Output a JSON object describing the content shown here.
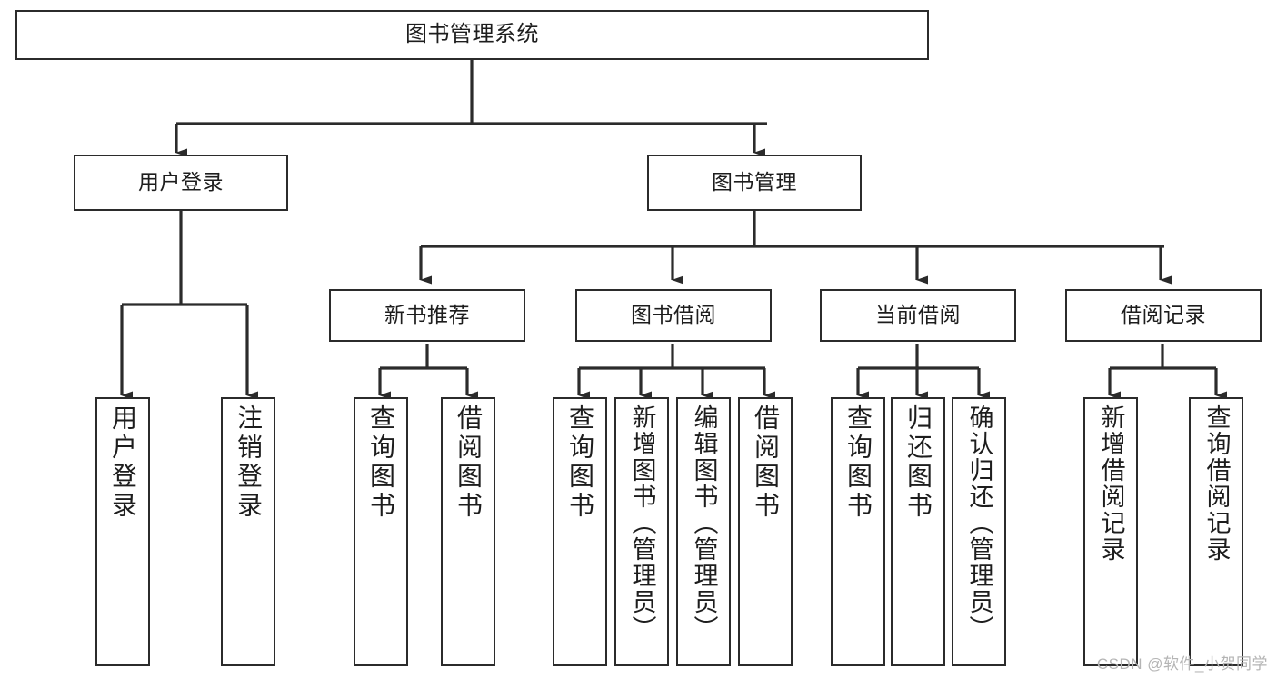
{
  "diagram": {
    "title": "图书管理系统",
    "type": "tree-hierarchy",
    "watermark": "CSDN @软件_小贺同学",
    "colors": {
      "background": "#ffffff",
      "box_border": "#2b2b2b",
      "box_fill": "#ffffff",
      "edge": "#2b2b2b",
      "text": "#1d1d1d",
      "watermark": "#b4b4b4"
    },
    "levels": {
      "level1": [
        {
          "id": "root",
          "label": "图书管理系统",
          "orientation": "horizontal"
        }
      ],
      "level2": [
        {
          "id": "user-login",
          "label": "用户登录",
          "orientation": "horizontal",
          "parent": "root"
        },
        {
          "id": "book-manage",
          "label": "图书管理",
          "orientation": "horizontal",
          "parent": "root"
        }
      ],
      "level3": [
        {
          "id": "new-book-recommend",
          "label": "新书推荐",
          "orientation": "horizontal",
          "parent": "book-manage"
        },
        {
          "id": "book-borrow",
          "label": "图书借阅",
          "orientation": "horizontal",
          "parent": "book-manage"
        },
        {
          "id": "current-borrow",
          "label": "当前借阅",
          "orientation": "horizontal",
          "parent": "book-manage"
        },
        {
          "id": "borrow-record",
          "label": "借阅记录",
          "orientation": "horizontal",
          "parent": "book-manage"
        }
      ],
      "level4": [
        {
          "id": "leaf-user-login",
          "label": "用户登录",
          "orientation": "vertical",
          "parent": "user-login"
        },
        {
          "id": "leaf-user-logout",
          "label": "注销登录",
          "orientation": "vertical",
          "parent": "user-login"
        },
        {
          "id": "leaf-query-book-1",
          "label": "查询图书",
          "orientation": "vertical",
          "parent": "new-book-recommend"
        },
        {
          "id": "leaf-borrow-book-1",
          "label": "借阅图书",
          "orientation": "vertical",
          "parent": "new-book-recommend"
        },
        {
          "id": "leaf-query-book-2",
          "label": "查询图书",
          "orientation": "vertical",
          "parent": "book-borrow"
        },
        {
          "id": "leaf-add-book",
          "label": "新增图书（管理员）",
          "orientation": "vertical",
          "parent": "book-borrow"
        },
        {
          "id": "leaf-edit-book",
          "label": "编辑图书（管理员）",
          "orientation": "vertical",
          "parent": "book-borrow"
        },
        {
          "id": "leaf-borrow-book-2",
          "label": "借阅图书",
          "orientation": "vertical",
          "parent": "book-borrow"
        },
        {
          "id": "leaf-query-book-3",
          "label": "查询图书",
          "orientation": "vertical",
          "parent": "current-borrow"
        },
        {
          "id": "leaf-return-book",
          "label": "归还图书",
          "orientation": "vertical",
          "parent": "current-borrow"
        },
        {
          "id": "leaf-confirm-return",
          "label": "确认归还（管理员）",
          "orientation": "vertical",
          "parent": "current-borrow"
        },
        {
          "id": "leaf-add-record",
          "label": "新增借阅记录",
          "orientation": "vertical",
          "parent": "borrow-record"
        },
        {
          "id": "leaf-query-record",
          "label": "查询借阅记录",
          "orientation": "vertical",
          "parent": "borrow-record"
        }
      ]
    }
  }
}
